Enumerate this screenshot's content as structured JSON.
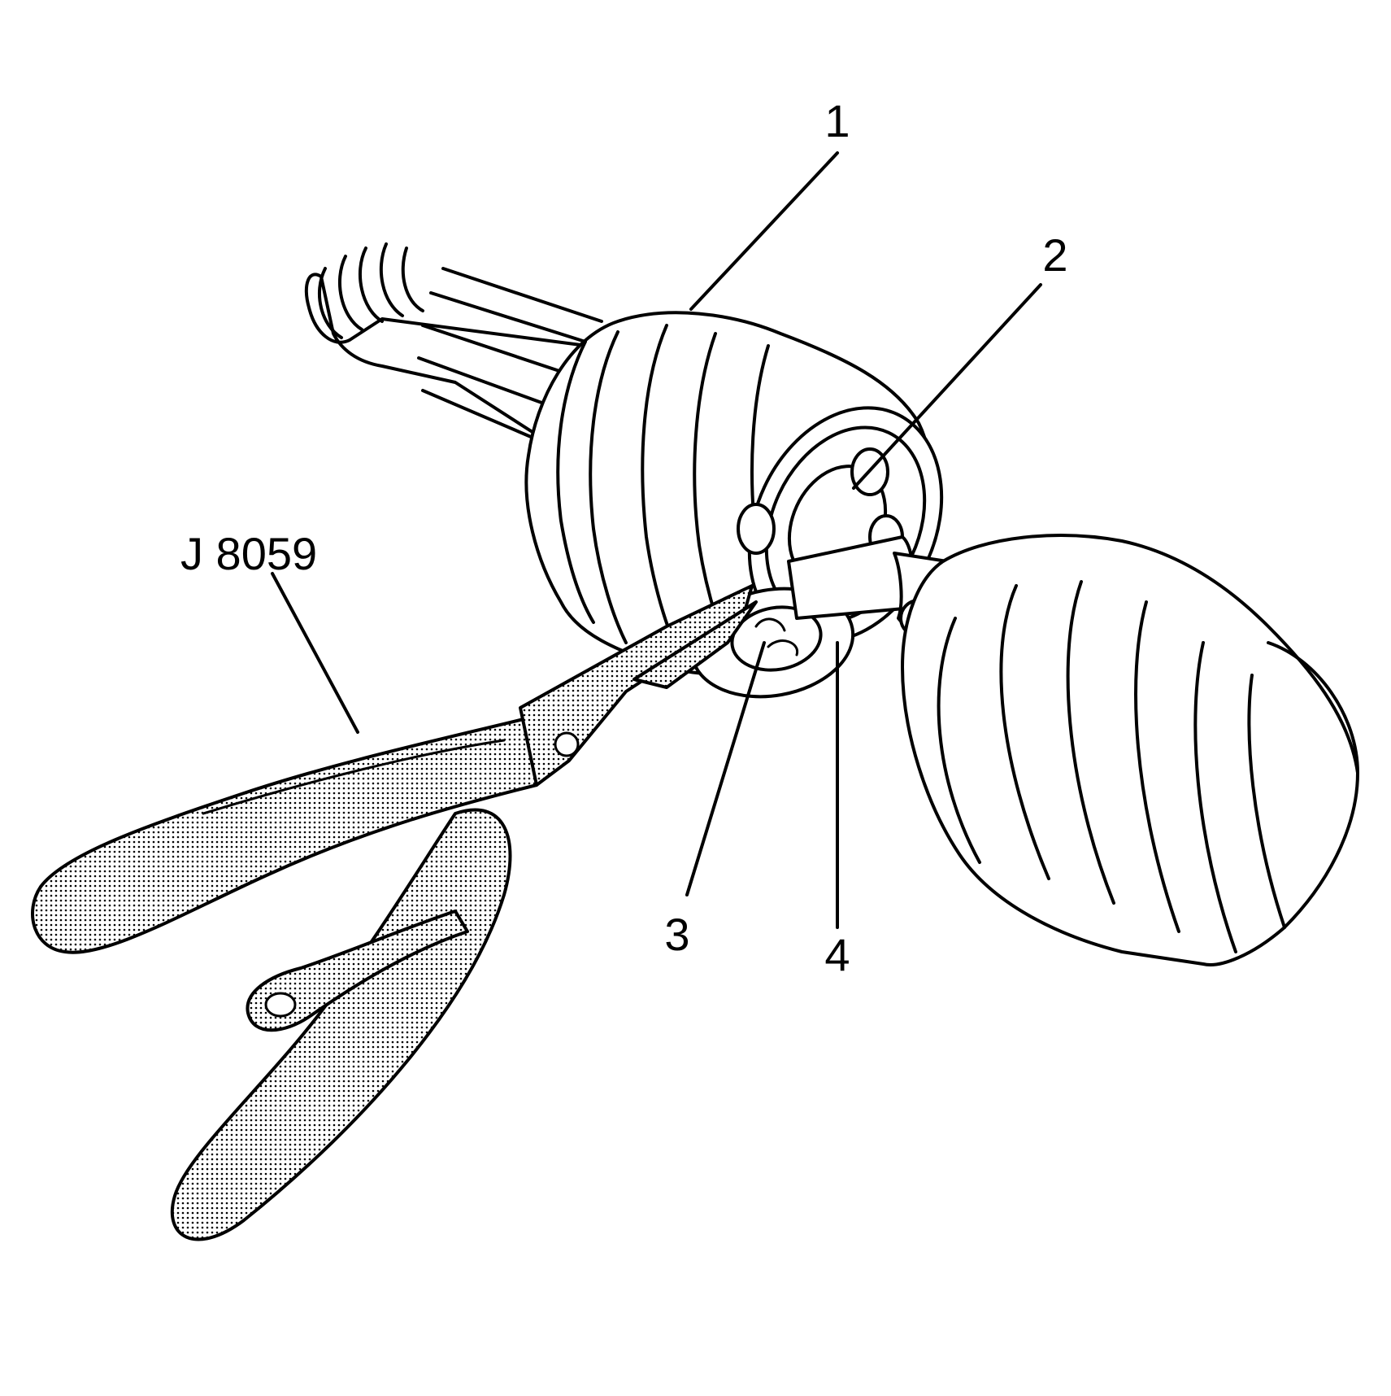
{
  "callouts": [
    {
      "id": "1",
      "label": "1"
    },
    {
      "id": "2",
      "label": "2"
    },
    {
      "id": "3",
      "label": "3"
    },
    {
      "id": "4",
      "label": "4"
    }
  ],
  "tool_label": "J 8059"
}
